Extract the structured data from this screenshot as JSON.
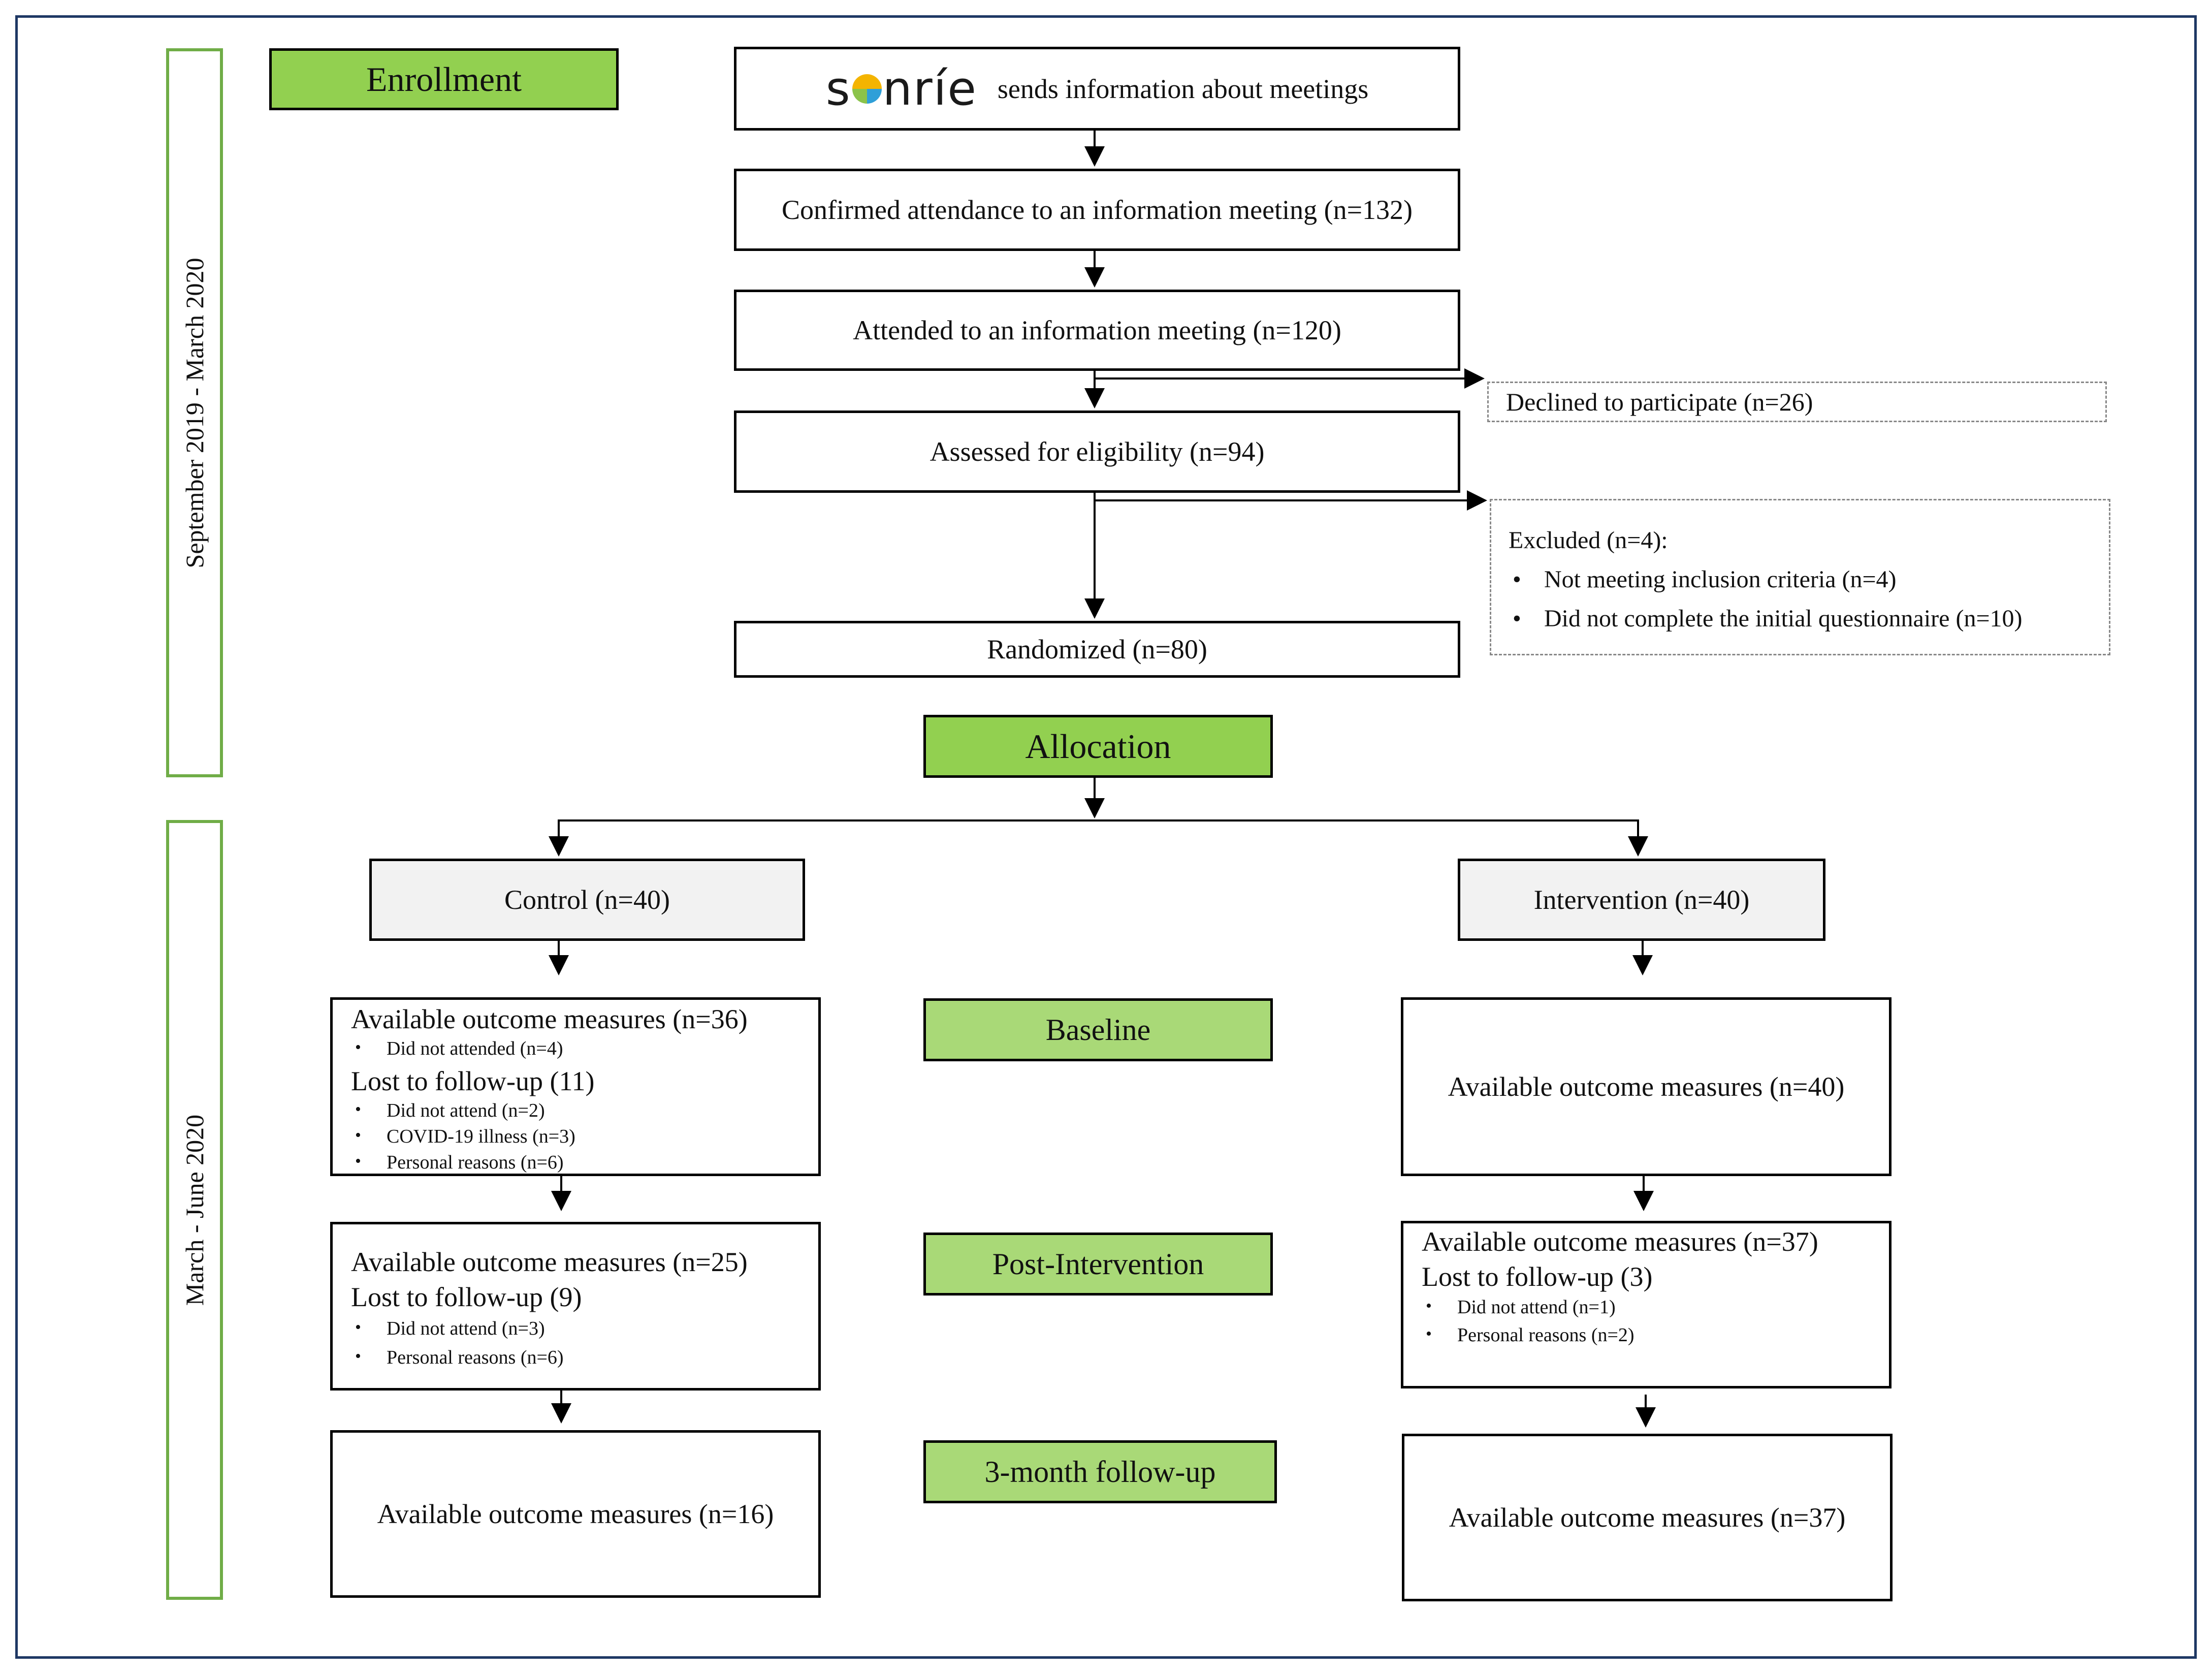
{
  "phases": {
    "enrollment": "Enrollment",
    "allocation": "Allocation",
    "baseline": "Baseline",
    "post_intervention": "Post-Intervention",
    "followup": "3-month follow-up"
  },
  "timeline": {
    "enrollment_period": "September 2019 - March 2020",
    "trial_period": "March - June 2020"
  },
  "enrollment": {
    "logo_text": "sonrie",
    "sends_info": "sends information about meetings",
    "confirmed": "Confirmed attendance to an information meeting (n=132)",
    "attended": "Attended to an information meeting (n=120)",
    "declined": "Declined to participate (n=26)",
    "assessed": "Assessed for eligibility (n=94)",
    "excluded_title": "Excluded  (n=4):",
    "excluded_items": [
      "Not meeting inclusion criteria (n=4)",
      "Did not complete the initial questionnaire (n=10)"
    ],
    "randomized": "Randomized (n=80)"
  },
  "control": {
    "title": "Control (n=40)",
    "baseline": {
      "available": "Available outcome measures (n=36)",
      "available_items": [
        "Did not attended (n=4)"
      ],
      "lost": "Lost to follow-up (11)",
      "lost_items": [
        "Did not attend   (n=2)",
        "COVID-19 illness (n=3)",
        "Personal reasons   (n=6)"
      ]
    },
    "post": {
      "available": "Available outcome measures (n=25)",
      "lost": "Lost to follow-up (9)",
      "lost_items": [
        "Did not attend   (n=3)",
        "Personal reasons   (n=6)"
      ]
    },
    "followup": {
      "available": "Available outcome measures (n=16)"
    }
  },
  "intervention": {
    "title": "Intervention (n=40)",
    "baseline": {
      "available": "Available outcome measures (n=40)"
    },
    "post": {
      "available": "Available outcome measures (n=37)",
      "lost": "Lost to follow-up (3)",
      "lost_items": [
        "Did not attend (n=1)",
        "Personal reasons (n=2)"
      ]
    },
    "followup": {
      "available": "Available outcome measures (n=37)"
    }
  },
  "colors": {
    "frame": "#1f3864",
    "phase_green": "#92d050",
    "side_bar": "#70ad47"
  }
}
